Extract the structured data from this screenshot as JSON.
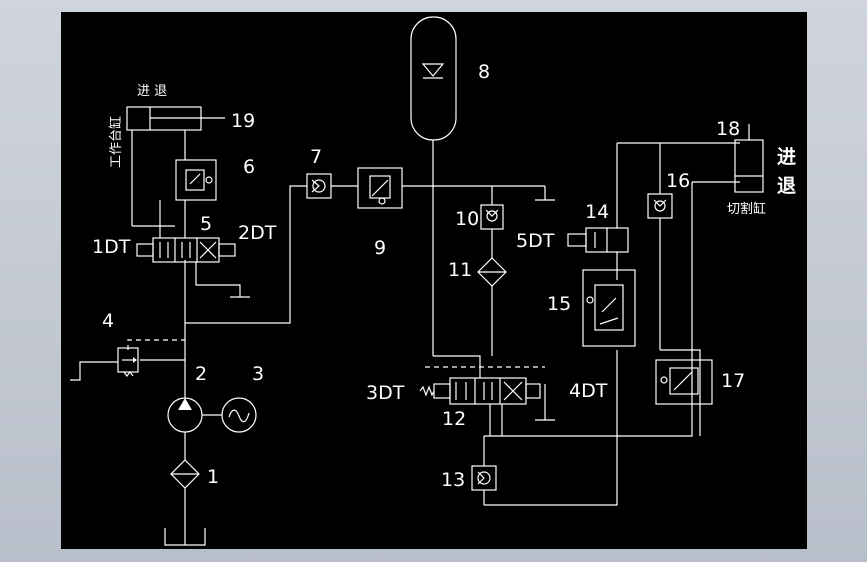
{
  "labels": {
    "n1": "1",
    "n2": "2",
    "n3": "3",
    "n4": "4",
    "n5": "5",
    "n6": "6",
    "n7": "7",
    "n8": "8",
    "n9": "9",
    "n10": "10",
    "n11": "11",
    "n12": "12",
    "n13": "13",
    "n14": "14",
    "n15": "15",
    "n16": "16",
    "n17": "17",
    "n18": "18",
    "n19": "19",
    "dt1": "1DT",
    "dt2": "2DT",
    "dt3": "3DT",
    "dt4": "4DT",
    "dt5": "5DT"
  },
  "chinese": {
    "workbench_cylinder": "工作台缸",
    "advance_retract_small": "进  退",
    "advance": "进",
    "retract": "退",
    "cutting_cylinder": "切割缸"
  },
  "colors": {
    "background": "#000000",
    "lines": "#ffffff",
    "frame": "#c7ccd6"
  }
}
